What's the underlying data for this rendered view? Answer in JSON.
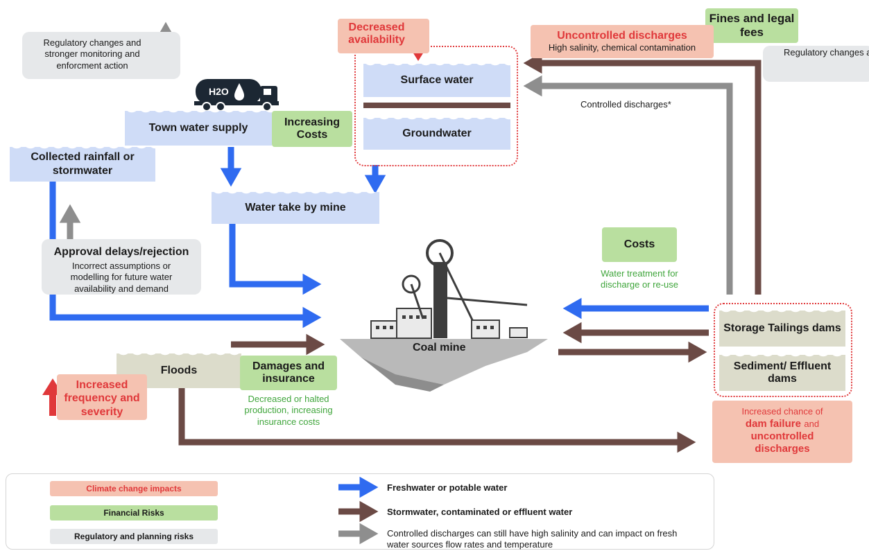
{
  "nodes": {
    "regulatory_left": "Regulatory changes and stronger monitoring and enforcment action",
    "regulatory_right": "Regulatory changes and stronger monitoring and enforcement action",
    "fines": "Fines and legal fees",
    "decreased_availability": "Decreased availability",
    "uncontrolled_title": "Uncontrolled discharges",
    "uncontrolled_sub": "High salinity, chemical contamination",
    "surface_water": "Surface water",
    "groundwater": "Groundwater",
    "controlled_discharges": "Controlled discharges*",
    "town_water": "Town water supply",
    "increasing_costs": "Increasing Costs",
    "collected_rainfall": "Collected rainfall or stormwater",
    "water_take": "Water take by mine",
    "approval_title": "Approval delays/rejection",
    "approval_sub": "Incorrect assumptions or modelling for future water availability and demand",
    "costs": "Costs",
    "water_treatment": "Water treatment for discharge or re-use",
    "coal_mine": "Coal mine",
    "storage": "Storage Tailings dams",
    "sediment": "Sediment/ Effluent dams",
    "floods": "Floods",
    "damages": "Damages and insurance",
    "damages_sub": "Decreased or halted production, increasing insurance costs",
    "increased_frequency": "Increased frequency and severity",
    "dam_failure_1": "Increased chance of",
    "dam_failure_2": "dam failure",
    "dam_failure_3": "and",
    "dam_failure_4": "uncontrolled discharges",
    "truck_label": "H2O"
  },
  "legend": {
    "climate": "Climate change impacts",
    "financial": "Financial Risks",
    "regulatory": "Regulatory and planning risks",
    "freshwater": "Freshwater or potable water",
    "stormwater": "Stormwater, contaminated or effluent water",
    "controlled": "Controlled discharges can still have high salinity and can impact on fresh water sources flow rates and temperature"
  },
  "colors": {
    "freshwater_arrow": "#2f6bf0",
    "contaminated_arrow": "#6b4a45",
    "controlled_arrow": "#8e8e8e",
    "climate": "#f5c2b1",
    "financial": "#b9df9f",
    "regulatory": "#e6e8ea",
    "alert_red": "#e0383a",
    "finance_green": "#3fa53b"
  }
}
